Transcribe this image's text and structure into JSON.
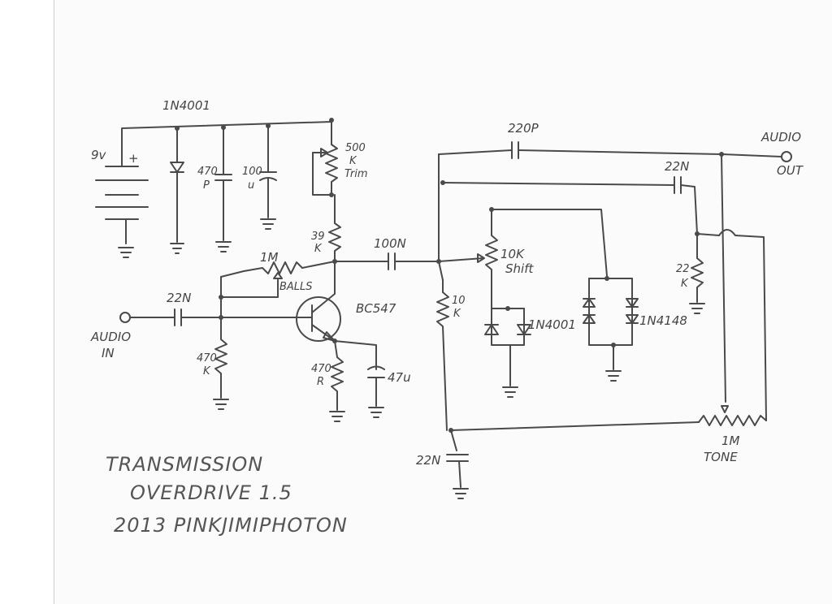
{
  "labels": {
    "diode_top": "1N4001",
    "battery": "9v",
    "battery_plus": "+",
    "cap_470p_a": "470",
    "cap_470p_b": "P",
    "cap_100u_a": "100",
    "cap_100u_b": "u",
    "trim_a": "500",
    "trim_b": "K",
    "trim_c": "Trim",
    "res_39k_a": "39",
    "res_39k_b": "K",
    "pot_1m": "1M",
    "balls": "BALLS",
    "cap_22n_in": "22N",
    "audio_in_a": "AUDIO",
    "audio_in_b": "IN",
    "res_470k_a": "470",
    "res_470k_b": "K",
    "transistor": "BC547",
    "res_470r_a": "470",
    "res_470r_b": "R",
    "cap_47u": "47u",
    "cap_100n": "100N",
    "res_10k_a": "10",
    "res_10k_b": "K",
    "pot_10k_a": "10K",
    "pot_10k_b": "Shift",
    "diode_1n4001": "1N4001",
    "diode_1n4148": "1N4148",
    "cap_220p": "220P",
    "cap_22n_top": "22N",
    "res_22k_a": "22",
    "res_22k_b": "K",
    "audio_out_a": "AUDIO",
    "audio_out_b": "OUT",
    "cap_22n_bottom": "22N",
    "tone_a": "1M",
    "tone_b": "TONE"
  },
  "title": {
    "line1": "TRANSMISSION",
    "line2": "OVERDRIVE 1.5",
    "line3": "2013  PINKJIMIPHOTON"
  }
}
